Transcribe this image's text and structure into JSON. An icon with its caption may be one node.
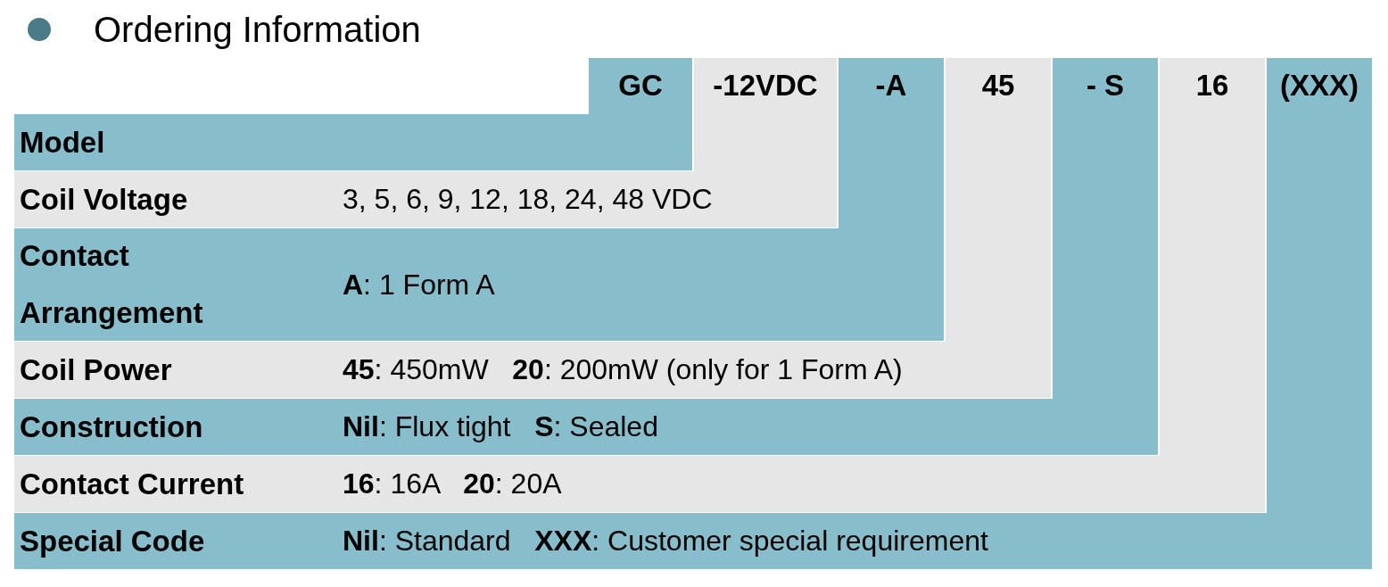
{
  "diagram": {
    "title": "Ordering Information",
    "labels": [
      "GC",
      "-12VDC",
      "-A",
      "45",
      "- S",
      "16",
      "(XXX)",
      "Model",
      "Coil Voltage",
      "3, 5, 6, 9, 12, 18, 24, 48 VDC",
      "Contact Arrangement",
      "**A**: 1 Form A",
      "Coil Power",
      "**45**: 450mW   **20**: 200mW (only for 1 Form A)",
      "Construction",
      "**Nil**: Flux tight   **S**: Sealed",
      "Contact Current",
      "**16**: 16A   **20**: 20A",
      "Special Code",
      "**Nil**: Standard   **XXX**: Customer special requirement"
    ]
  }
}
